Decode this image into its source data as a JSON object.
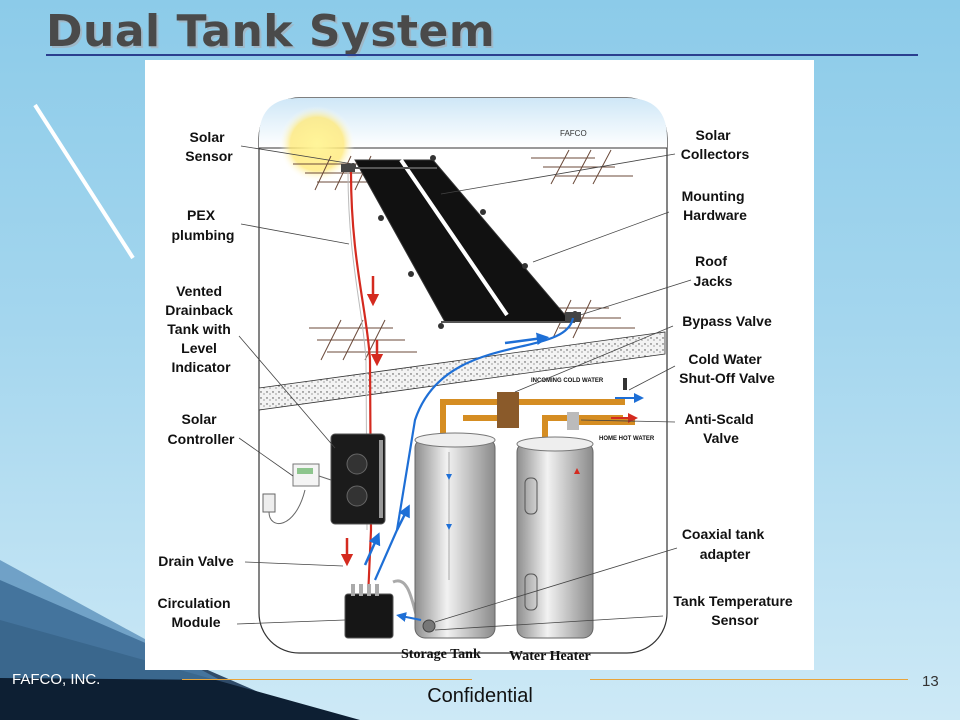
{
  "slide": {
    "title": "Dual Tank System",
    "company": "FAFCO, INC.",
    "confidential": "Confidential",
    "page_number": "13"
  },
  "diagram": {
    "brand_mark": "FAFCO",
    "labels_left": [
      {
        "id": "solar-sensor",
        "lines": [
          "Solar",
          "Sensor"
        ]
      },
      {
        "id": "pex-plumbing",
        "lines": [
          "PEX",
          "plumbing"
        ]
      },
      {
        "id": "drainback-tank",
        "lines": [
          "Vented",
          "Drainback",
          "Tank with",
          "Level",
          "Indicator"
        ]
      },
      {
        "id": "solar-controller",
        "lines": [
          "Solar",
          "Controller"
        ]
      },
      {
        "id": "drain-valve",
        "lines": [
          "Drain Valve"
        ]
      },
      {
        "id": "circulation-module",
        "lines": [
          "Circulation",
          "Module"
        ]
      }
    ],
    "labels_right": [
      {
        "id": "solar-collectors",
        "lines": [
          "Solar",
          "Collectors"
        ]
      },
      {
        "id": "mounting-hardware",
        "lines": [
          "Mounting",
          "Hardware"
        ]
      },
      {
        "id": "roof-jacks",
        "lines": [
          "Roof",
          "Jacks"
        ]
      },
      {
        "id": "bypass-valve",
        "lines": [
          "Bypass Valve"
        ]
      },
      {
        "id": "cold-water-shutoff",
        "lines": [
          "Cold Water",
          "Shut-Off Valve"
        ]
      },
      {
        "id": "anti-scald-valve",
        "lines": [
          "Anti-Scald",
          "Valve"
        ]
      },
      {
        "id": "coaxial-tank-adapter",
        "lines": [
          "Coaxial tank",
          "adapter"
        ]
      },
      {
        "id": "tank-temperature-sensor",
        "lines": [
          "Tank Temperature",
          "Sensor"
        ]
      }
    ],
    "incoming_cold_water": "INCOMING COLD WATER",
    "home_hot_water": "HOME HOT WATER",
    "storage_tank": "Storage Tank",
    "water_heater": "Water Heater",
    "colors": {
      "hot_pipe": "#d42a1f",
      "cold_pipe": "#1e6fd6",
      "copper": "#d58d22",
      "collector": "#111111",
      "tank": "#c9c9c9"
    }
  }
}
